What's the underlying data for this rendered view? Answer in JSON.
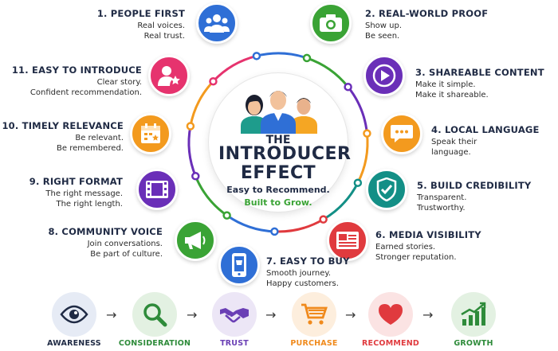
{
  "center": {
    "the": "THE",
    "title": "INTRODUCER EFFECT",
    "line1": "Easy to Recommend.",
    "line2": "Built to Grow."
  },
  "colors": {
    "navy": "#1f2a44",
    "green": "#3aa335",
    "blue": "#2f6fd6",
    "purple": "#6a2fb8",
    "orange": "#f39a1e",
    "teal": "#138f86",
    "red": "#e03a3e",
    "pink": "#e6336e"
  },
  "steps": [
    {
      "title": "1. PEOPLE FIRST",
      "lines": [
        "Real voices.",
        "Real trust."
      ],
      "icon": "people-group-icon",
      "color": "#2f6fd6"
    },
    {
      "title": "2. REAL-WORLD PROOF",
      "lines": [
        "Show up.",
        "Be seen."
      ],
      "icon": "camera-icon",
      "color": "#3aa335"
    },
    {
      "title": "3. SHAREABLE CONTENT",
      "lines": [
        "Make it simple.",
        "Make it shareable."
      ],
      "icon": "play-button-icon",
      "color": "#6a2fb8"
    },
    {
      "title": "4. LOCAL LANGUAGE",
      "lines": [
        "Speak their",
        "language."
      ],
      "icon": "chat-bubble-icon",
      "color": "#f39a1e"
    },
    {
      "title": "5. BUILD CREDIBILITY",
      "lines": [
        "Transparent.",
        "Trustworthy."
      ],
      "icon": "shield-check-icon",
      "color": "#138f86"
    },
    {
      "title": "6. MEDIA VISIBILITY",
      "lines": [
        "Earned stories.",
        "Stronger reputation."
      ],
      "icon": "newspaper-icon",
      "color": "#e03a3e"
    },
    {
      "title": "7. EASY TO BUY",
      "lines": [
        "Smooth journey.",
        "Happy customers."
      ],
      "icon": "mobile-phone-icon",
      "color": "#2f6fd6"
    },
    {
      "title": "8. COMMUNITY VOICE",
      "lines": [
        "Join conversations.",
        "Be part of culture."
      ],
      "icon": "megaphone-icon",
      "color": "#3aa335"
    },
    {
      "title": "9. RIGHT FORMAT",
      "lines": [
        "The right message.",
        "The right length."
      ],
      "icon": "film-strip-icon",
      "color": "#6a2fb8"
    },
    {
      "title": "10. TIMELY RELEVANCE",
      "lines": [
        "Be relevant.",
        "Be remembered."
      ],
      "icon": "calendar-icon",
      "color": "#f39a1e"
    },
    {
      "title": "11. EASY TO INTRODUCE",
      "lines": [
        "Clear story.",
        "Confident recommendation."
      ],
      "icon": "user-star-icon",
      "color": "#e6336e"
    }
  ],
  "funnel": [
    {
      "label": "AWARENESS",
      "icon": "eye-icon",
      "color": "#1f2a44",
      "bg": "#e6ebf5"
    },
    {
      "label": "CONSIDERATION",
      "icon": "magnifier-icon",
      "color": "#2e8b3a",
      "bg": "#e3f1e2"
    },
    {
      "label": "TRUST",
      "icon": "handshake-icon",
      "color": "#6a3fb5",
      "bg": "#ece6f6"
    },
    {
      "label": "PURCHASE",
      "icon": "shopping-cart-icon",
      "color": "#f08a1c",
      "bg": "#fdeedd"
    },
    {
      "label": "RECOMMEND",
      "icon": "heart-icon",
      "color": "#e03a3e",
      "bg": "#fbe3e3"
    },
    {
      "label": "GROWTH",
      "icon": "growth-chart-icon",
      "color": "#2e8b3a",
      "bg": "#e3f1e2"
    }
  ]
}
